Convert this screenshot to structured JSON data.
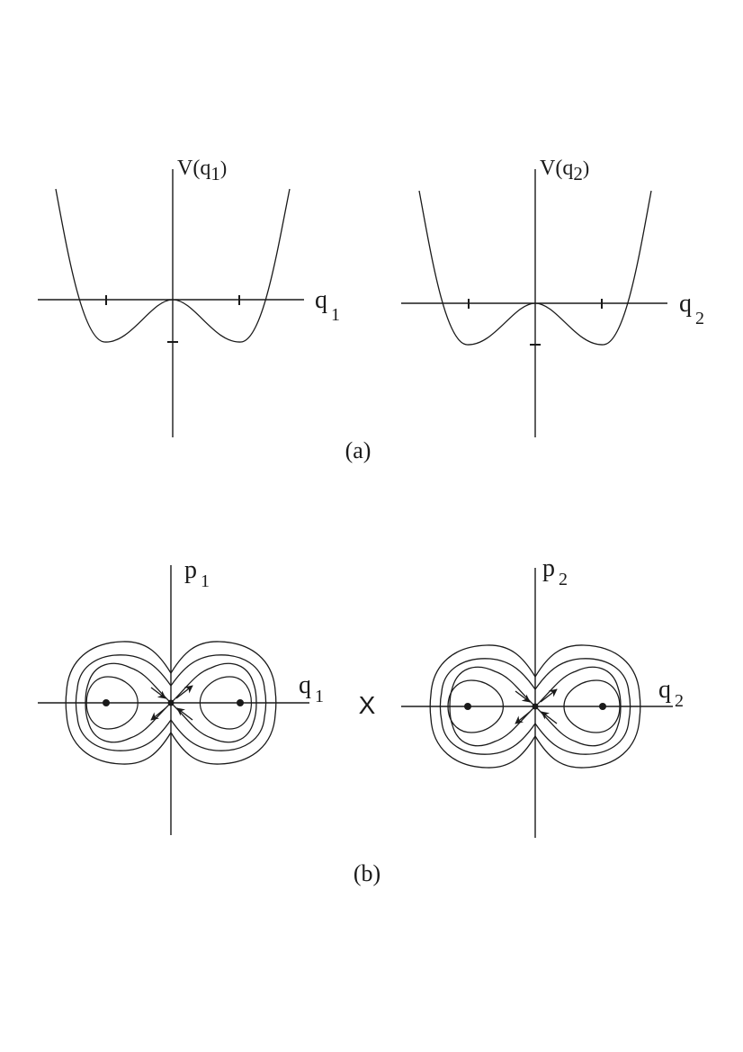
{
  "figure": {
    "panel_a": {
      "caption": "(a)",
      "left": {
        "y_label_main": "V(q",
        "y_label_sub": "1",
        "y_label_close": ")",
        "x_label_main": "q",
        "x_label_sub": "1"
      },
      "right": {
        "y_label_main": "V(q",
        "y_label_sub": "2",
        "y_label_close": ")",
        "x_label_main": "q",
        "x_label_sub": "2"
      }
    },
    "panel_b": {
      "caption": "(b)",
      "product_symbol": "X",
      "left": {
        "y_label_main": "p",
        "y_label_sub": "1",
        "x_label_main": "q",
        "x_label_sub": "1"
      },
      "right": {
        "y_label_main": "p",
        "y_label_sub": "2",
        "x_label_main": "q",
        "x_label_sub": "2"
      }
    }
  }
}
